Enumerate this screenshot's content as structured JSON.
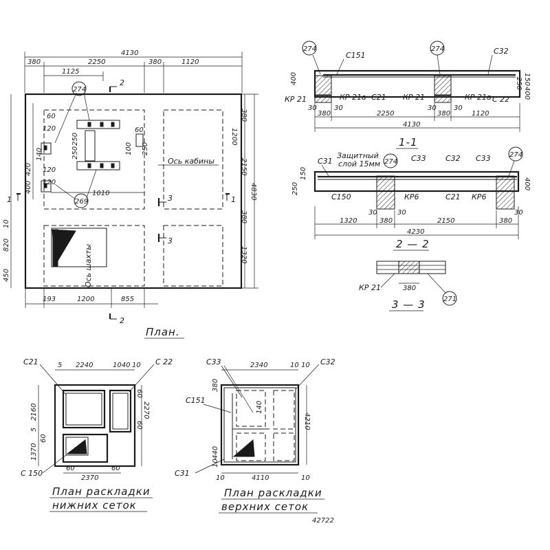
{
  "plan": {
    "title": "План.",
    "dims_top": {
      "total": "4130",
      "d1": "380",
      "d2": "2250",
      "d3": "380",
      "d4": "1120",
      "inner": "1125"
    },
    "dims_bottom": {
      "d1": "193",
      "d2": "1200",
      "d3": "855"
    },
    "dims_right": {
      "total": "4830",
      "r1": "380",
      "r2": "2150",
      "r3": "1200",
      "r4": "380",
      "r5": "1320"
    },
    "dims_left": {
      "l1": "120",
      "l2": "120",
      "l3": "420",
      "l4": "400",
      "l5": "120",
      "l6": "10",
      "l7": "820",
      "l8": "450",
      "l9": "60"
    },
    "dims_inner": {
      "a1": "250",
      "a2": "250",
      "a3": "60",
      "a4": "100",
      "a5": "250",
      "a6": "1010",
      "a7": "140"
    },
    "marks": {
      "m274": "274",
      "m269": "269"
    },
    "labels": {
      "cabin_axis": "Ось кабины",
      "shaft_axis": "Ось шахты"
    },
    "sections": {
      "s2": "2",
      "s1": "1",
      "s3": "3"
    }
  },
  "section_1_1": {
    "title": "1-1",
    "labels": {
      "c151": "С151",
      "c32": "С32",
      "kp21": "КР 21",
      "kp21a": "КР 21а",
      "c21": "С21",
      "kp21_2": "КР 21",
      "kp21a_2": "КР 21а",
      "c22": "С 22"
    },
    "marks": {
      "m1": "274",
      "m2": "274"
    },
    "dims": {
      "h400": "400",
      "h150": "150",
      "h250": "250",
      "h400r": "400",
      "a30a": "30",
      "a30b": "30",
      "a30c": "30",
      "a30d": "30",
      "b380": "380",
      "b2250": "2250",
      "b380b": "380",
      "b1120": "1120",
      "total": "4130"
    }
  },
  "section_2_2": {
    "title": "2 — 2",
    "labels": {
      "c31": "С31",
      "protect1": "Защитный",
      "protect2": "слой 15мм",
      "c33": "С33",
      "c32": "С32",
      "c33b": "С33",
      "c150": "С150",
      "kp6": "КР6",
      "c21": "С21",
      "kp6b": "КР6"
    },
    "marks": {
      "m1": "274",
      "m2": "274"
    },
    "dims": {
      "h250": "250",
      "h150": "150",
      "h400": "400",
      "a30a": "30",
      "a30b": "30",
      "a30c": "30",
      "b1320": "1320",
      "b380": "380",
      "b2150": "2150",
      "b380b": "380",
      "total": "4230"
    }
  },
  "section_3_3": {
    "title": "3 — 3",
    "labels": {
      "kp21": "КР 21"
    },
    "marks": {
      "m1": "271"
    },
    "dims": {
      "d380": "380"
    }
  },
  "lower_mesh": {
    "title1": "План раскладки",
    "title2": "нижних сеток",
    "labels": {
      "c21": "С21",
      "c22": "С 22",
      "c150": "С 150"
    },
    "dims": {
      "t5": "5",
      "t2240": "2240",
      "t1040": "1040",
      "t10": "10",
      "l2160": "2160",
      "l5": "5",
      "l60": "60",
      "l1370": "1370",
      "r60a": "60",
      "r2270": "2270",
      "r60b": "60",
      "b60": "60",
      "b2370": "2370",
      "b60b": "60"
    }
  },
  "upper_mesh": {
    "title1": "План раскладки",
    "title2": "верхних сеток",
    "labels": {
      "c33": "С33",
      "c32": "С32",
      "c151": "С151",
      "c31": "С31"
    },
    "dims": {
      "t2340": "2340",
      "t10a": "10",
      "t10b": "10",
      "l380": "380",
      "l440": "440",
      "l10": "10",
      "m140": "140",
      "r4210": "4210",
      "b10": "10",
      "b4110": "4110",
      "b10b": "10"
    }
  },
  "sheet_number": "42722"
}
